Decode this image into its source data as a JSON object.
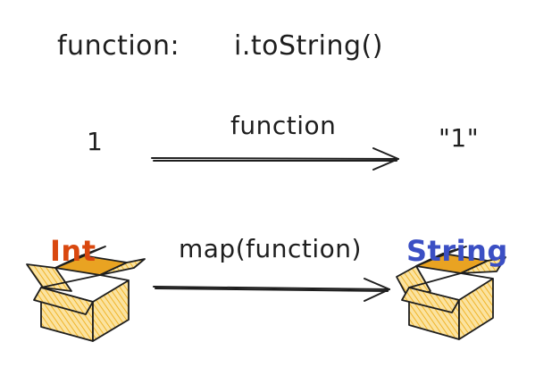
{
  "definition": {
    "label": "function:",
    "code": "i.toString()"
  },
  "example": {
    "input": "1",
    "arrow_label": "function",
    "output": "\"1\""
  },
  "mapping": {
    "arrow_label": "map(function)",
    "source_type": "Int",
    "target_type": "String"
  },
  "colors": {
    "ink": "#1e1e1e",
    "box_fill": "#f5c542",
    "box_stroke": "#1e1e1e",
    "int_color": "#d9480f",
    "string_color": "#3b4fc4"
  }
}
